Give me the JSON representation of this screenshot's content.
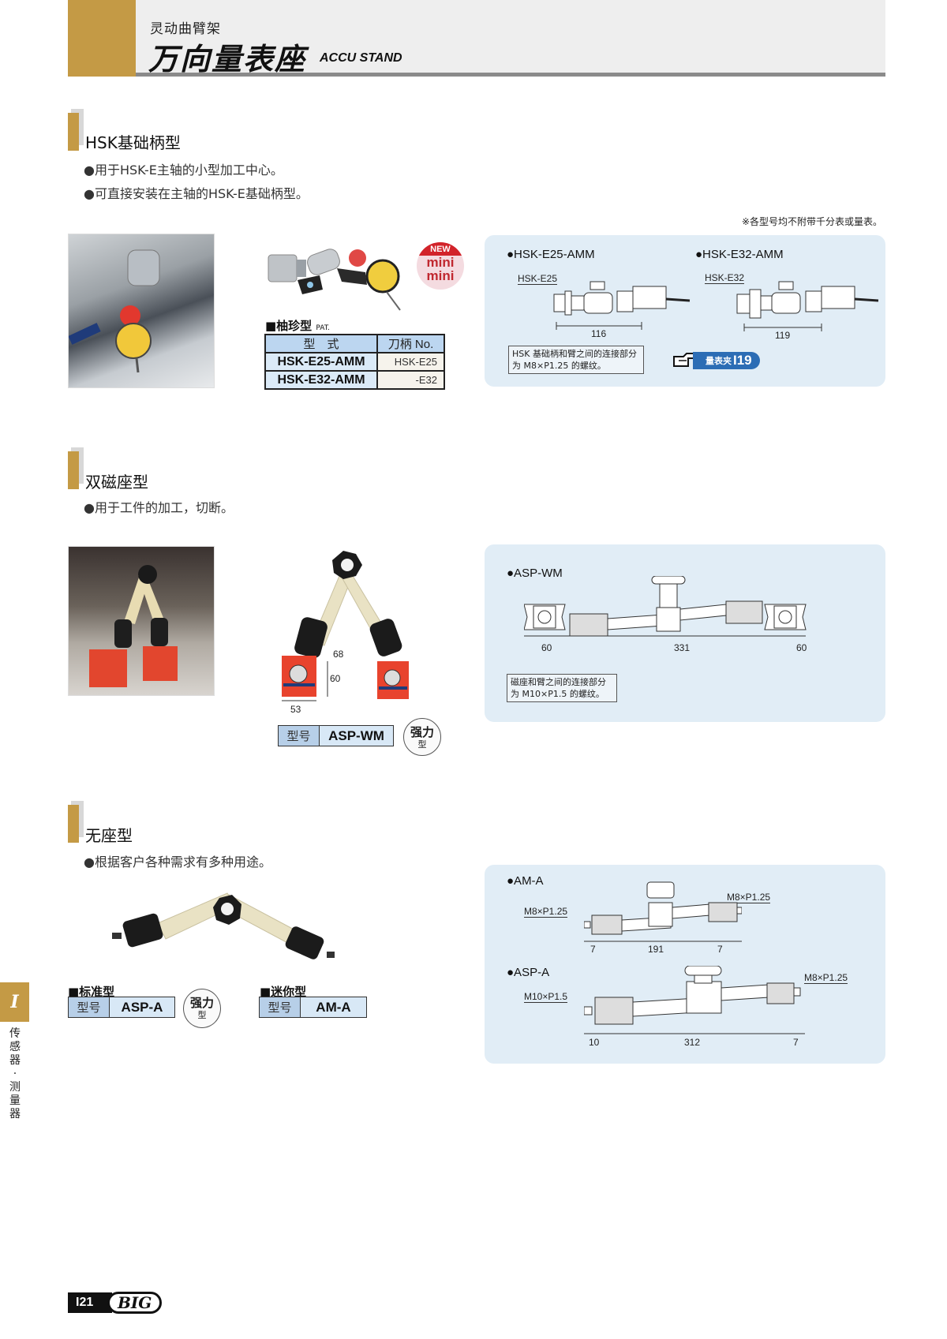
{
  "header": {
    "subtitle": "灵动曲臂架",
    "title": "万向量表座",
    "title_en": "ACCU STAND"
  },
  "note_top_right": "※各型号均不附带千分表或量表。",
  "sections": [
    {
      "title": "HSK基础柄型",
      "bullets": [
        "●用于HSK-E主轴的小型加工中心。",
        "●可直接安装在主轴的HSK-E基础柄型。"
      ],
      "badge": {
        "top": "NEW",
        "line1": "mini",
        "line2": "mini"
      },
      "table_label": "■柚珍型",
      "table_label_small": "PAT.",
      "table": {
        "headers": [
          "型　式",
          "刀柄 No."
        ],
        "rows": [
          {
            "model": "HSK-E25-AMM",
            "shank": "HSK-E25"
          },
          {
            "model": "HSK-E32-AMM",
            "shank": "-E32"
          }
        ]
      },
      "panel": {
        "items": [
          {
            "title": "●HSK-E25-AMM",
            "label": "HSK-E25",
            "dim": "116"
          },
          {
            "title": "●HSK-E32-AMM",
            "label": "HSK-E32",
            "dim": "119"
          }
        ],
        "note_line1": "HSK 基础柄和臂之间的连接部分",
        "note_line2": "为 M8×P1.25 的螺纹。",
        "ref_label": "量表夹",
        "ref_page": "I19"
      }
    },
    {
      "title": "双磁座型",
      "bullets": [
        "●用于工件的加工，切断。"
      ],
      "product_dims": {
        "d68": "68",
        "d60": "60",
        "d53": "53"
      },
      "model_key": "型号",
      "model_value": "ASP-WM",
      "strong_badge": {
        "a": "强力",
        "b": "型"
      },
      "panel": {
        "title": "●ASP-WM",
        "dims": [
          "60",
          "331",
          "60"
        ],
        "note_line1": "磁座和臂之间的连接部分",
        "note_line2": "为 M10×P1.5 的螺纹。"
      }
    },
    {
      "title": "无座型",
      "bullets": [
        "●根据客户各种需求有多种用途。"
      ],
      "standard": {
        "label": "■标准型",
        "key": "型号",
        "value": "ASP-A"
      },
      "mini": {
        "label": "■迷你型",
        "key": "型号",
        "value": "AM-A"
      },
      "strong_badge": {
        "a": "强力",
        "b": "型"
      },
      "panel": {
        "am": {
          "title": "●AM-A",
          "thread_left": "M8×P1.25",
          "thread_right": "M8×P1.25",
          "dims": [
            "7",
            "191",
            "7"
          ]
        },
        "asp": {
          "title": "●ASP-A",
          "thread_left": "M10×P1.5",
          "thread_right": "M8×P1.25",
          "dims": [
            "10",
            "312",
            "7"
          ]
        }
      }
    }
  ],
  "side_tab": {
    "letter": "I",
    "text": "传感器·测量器"
  },
  "footer": {
    "page": "I21",
    "logo": "BIG"
  }
}
